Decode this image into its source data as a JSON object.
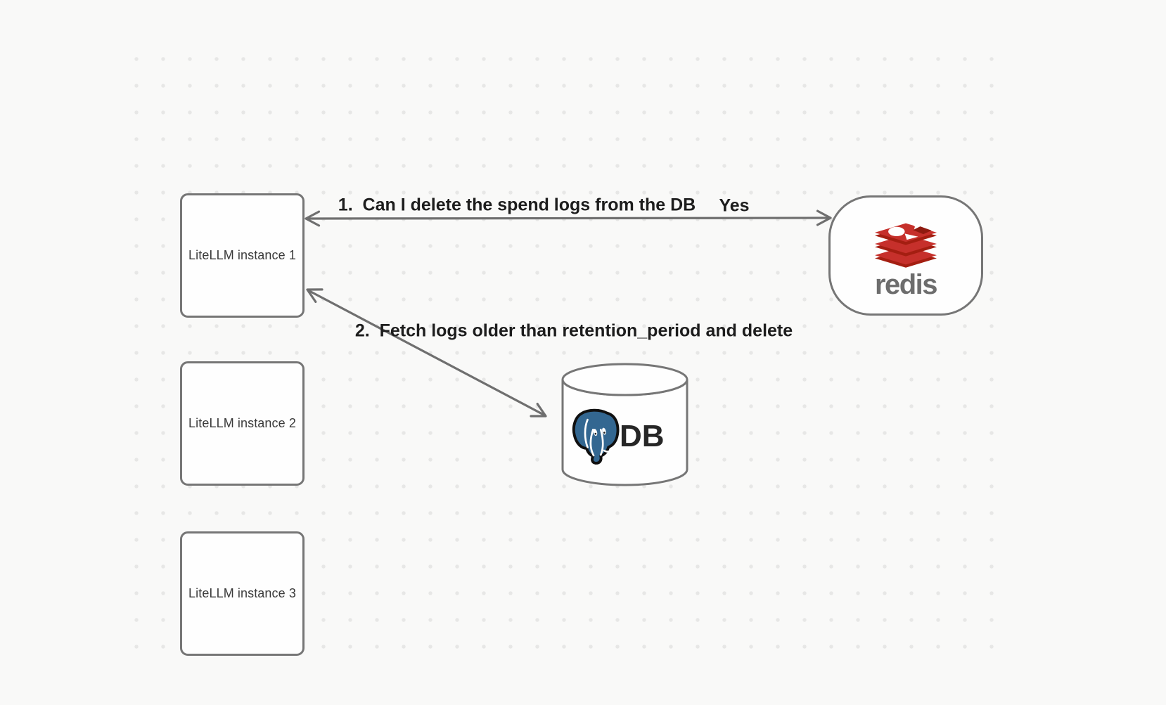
{
  "diagram": {
    "instances": [
      {
        "label": "LiteLLM instance 1"
      },
      {
        "label": "LiteLLM instance 2"
      },
      {
        "label": "LiteLLM instance 3"
      }
    ],
    "redis": {
      "wordmark": "redis",
      "logo_icon": "redis-stack-icon"
    },
    "database": {
      "label": "DB",
      "logo_icon": "postgresql-elephant-icon",
      "shape": "cylinder"
    },
    "arrows": {
      "arrow1": {
        "label": "1.  Can I delete the spend logs from the DB",
        "response": "Yes",
        "from": "LiteLLM instance 1",
        "to": "redis",
        "double_headed": true
      },
      "arrow2": {
        "label": "2.  Fetch logs older than retention_period and delete",
        "from": "LiteLLM instance 1",
        "to": "DB",
        "double_headed": true
      }
    },
    "colors": {
      "background": "#f9f9f8",
      "grid_dots": "#e7e7e6",
      "shape_stroke": "#767676",
      "arrow_stroke": "#6f6f6f",
      "label_text": "#1d1d1d",
      "node_text": "#3a3a3a",
      "redis_red": "#C6302B",
      "redis_dark_red": "#A41E11",
      "redis_wordmark": "#6d6d6d",
      "postgres_blue": "#336791",
      "db_text": "#262626"
    }
  }
}
